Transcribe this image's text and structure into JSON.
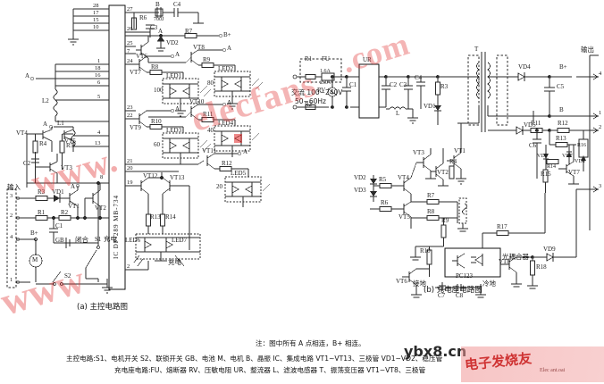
{
  "figure": {
    "title_a": "(a) 主控电路图",
    "title_b": "(b) 充电座电路图",
    "note": "注：图中所有 A 点相连，B+ 相连。"
  },
  "legend": {
    "line1": "主控电路:S1、电机开关  S2、联锁开关  GB、电池  M、电机  B、晶振  IC、集成电路  VT1~VT13、三极管  VD1~VD2、稳压管",
    "line2": "充电座电路:FU、熔断器  RV、压敏电阻  UR、整流器  L、滤波电感器  T、振荡变压器  VT1~VT8、三极管"
  },
  "main_circuit": {
    "ic": {
      "name": "IC  DP-289  MB-734",
      "designator": "IC"
    },
    "ic_pins_left": [
      "28",
      "17",
      "15",
      "10",
      "1",
      "18",
      "16",
      "6",
      "5",
      "4",
      "13",
      "8"
    ],
    "ic_pins_right": [
      "27",
      "26",
      "25",
      "7",
      "24",
      "23",
      "22",
      "21",
      "20",
      "19",
      "2"
    ],
    "input_label": "输入",
    "terminals": [
      "3",
      "2",
      "4",
      "1"
    ],
    "node_a": "A",
    "node_bplus": "B+",
    "charge_label": "充电",
    "close_label": "闭合",
    "resistors": [
      "R1",
      "R2",
      "R3",
      "R4",
      "R5",
      "R6",
      "R7",
      "R8",
      "R9",
      "R10",
      "R11",
      "R12",
      "R13",
      "R14"
    ],
    "capacitors": [
      "C1",
      "C2",
      "C3",
      "C4"
    ],
    "cap_value_c4": "700J",
    "diodes": [
      "VD1",
      "VD2"
    ],
    "transistors": [
      "VT1",
      "VT2",
      "VT3",
      "VT4",
      "VT5",
      "VT6",
      "VT7",
      "VT8",
      "VT9",
      "VT10",
      "VT11",
      "VT12",
      "VT13"
    ],
    "crystal": "B",
    "battery": "GB",
    "motor": "M",
    "switches": [
      "S1",
      "S2"
    ],
    "coils": [
      "L1",
      "L2"
    ],
    "leds": [
      {
        "name": "LED1",
        "value": "100"
      },
      {
        "name": "LED2",
        "value": "80"
      },
      {
        "name": "LED3",
        "value": "60"
      },
      {
        "name": "LED4",
        "value": "40"
      },
      {
        "name": "LED5",
        "value": "20"
      },
      {
        "name": "LED6",
        "value": ""
      },
      {
        "name": "LED7",
        "value": ""
      }
    ]
  },
  "charger_circuit": {
    "ac_input": "交流 100~240V",
    "ac_freq": "50~60Hz",
    "fuse": "FU",
    "fuse_value": "250V",
    "fuse_value2": "1.6A",
    "varistor": "RV",
    "rectifier": "UR",
    "inductor": "L",
    "transformer": "T",
    "optocoupler_label": "光耦合器",
    "optocoupler_part": "PC123",
    "ground_label": "接地",
    "cold_ground_label": "冷地",
    "output_label": "输出",
    "output_terminals": [
      "4",
      "1",
      "2",
      "3"
    ],
    "node_bplus": "B+",
    "node_b": "B",
    "resistors": [
      "R1",
      "R2",
      "R3",
      "R4",
      "R5",
      "R6",
      "R7",
      "R8",
      "R9",
      "R10",
      "R11",
      "R12",
      "R13",
      "R14",
      "R15",
      "R16",
      "R17",
      "R18"
    ],
    "capacitors": [
      "C1",
      "C2",
      "C3",
      "C4",
      "C5",
      "C6",
      "C7",
      "C8"
    ],
    "diodes": [
      "VD1",
      "VD2",
      "VD3",
      "VD4",
      "VD5",
      "VD6",
      "VD7",
      "VD8",
      "VD9"
    ],
    "transistors": [
      "VT1",
      "VT2",
      "VT3",
      "VT4",
      "VT5",
      "VT6",
      "VT7",
      "VT8"
    ]
  },
  "watermarks": {
    "w1": "www.",
    "w2": "elecfans",
    "w3": ".com",
    "w4": "www",
    "site": "ybx8.cn",
    "badge": "电子发烧友",
    "badge_sub": "Elec ant.oai"
  }
}
